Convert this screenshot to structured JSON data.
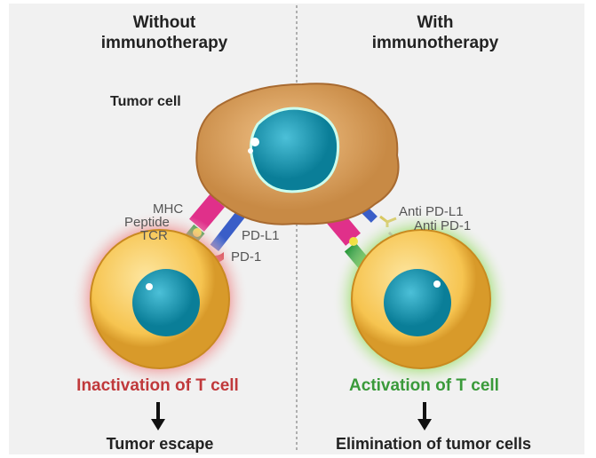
{
  "left": {
    "heading_line1": "Without",
    "heading_line2": "immunotherapy",
    "outcome": "Inactivation of T cell",
    "result": "Tumor escape",
    "outcome_color": "#c0393b"
  },
  "right": {
    "heading_line1": "With",
    "heading_line2": "immunotherapy",
    "outcome": "Activation of T cell",
    "result": "Elimination of tumor cells",
    "outcome_color": "#3a9a3a"
  },
  "labels": {
    "tumor_cell": "Tumor cell",
    "mhc": "MHC",
    "peptide": "Peptide",
    "tcr": "TCR",
    "pdl1": "PD-L1",
    "pd1": "PD-1",
    "anti_pdl1": "Anti PD-L1",
    "anti_pd1": "Anti PD-1"
  }
}
